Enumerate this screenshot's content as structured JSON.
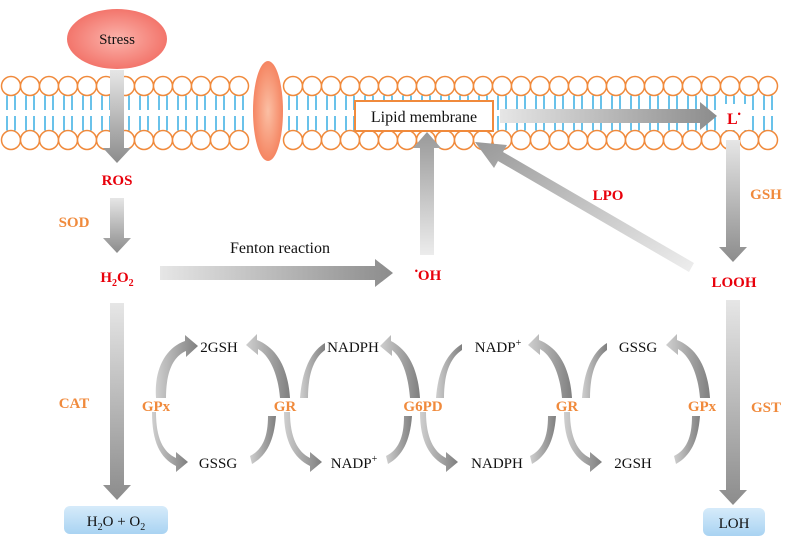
{
  "colors": {
    "membrane_orange": "#f08a3c",
    "membrane_blue": "#29a8e0",
    "metabolite_red": "#e8000b",
    "enzyme_orange": "#f08a3c",
    "stress_fill": "#f47b7b",
    "product_box": "#b9dcf5"
  },
  "nodes": {
    "stress": "Stress",
    "ros": "ROS",
    "h2o2_main": "H",
    "h2o2_sub1": "2",
    "h2o2_mid": "O",
    "h2o2_sub2": "2",
    "oh_radical_dot": "•",
    "oh_radical": "OH",
    "lipid_membrane": "Lipid membrane",
    "lipid_radical": "L",
    "lipid_radical_dot": "•",
    "looh": "LOOH",
    "water_oxygen_main": "H",
    "water_oxygen_sub1": "2",
    "water_oxygen_mid": "O + O",
    "water_oxygen_sub2": "2",
    "loh": "LOH"
  },
  "enzymes": {
    "sod": "SOD",
    "cat": "CAT",
    "gsh_right": "GSH",
    "lpo": "LPO",
    "gst": "GST",
    "gpx_left": "GPx",
    "gr_left": "GR",
    "g6pd": "G6PD",
    "gr_right": "GR",
    "gpx_right": "GPx"
  },
  "labels": {
    "fenton_reaction": "Fenton reaction"
  },
  "cycle": {
    "top_2gsh": "2GSH",
    "top_nadph": "NADPH",
    "top_nadp": "NADP",
    "top_nadp_sup": "+",
    "top_gssg": "GSSG",
    "bottom_gssg": "GSSG",
    "bottom_nadp": "NADP",
    "bottom_nadp_sup": "+",
    "bottom_nadph": "NADPH",
    "bottom_2gsh": "2GSH"
  }
}
